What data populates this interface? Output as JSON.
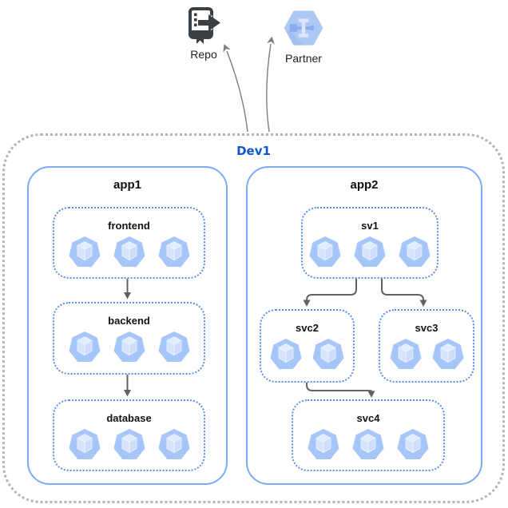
{
  "environment": {
    "label": "Dev1"
  },
  "external": {
    "repo": {
      "label": "Repo",
      "icon": "source-repository-icon"
    },
    "partner": {
      "label": "Partner",
      "icon": "partner-interconnect-icon"
    }
  },
  "apps": [
    {
      "label": "app1",
      "services": [
        {
          "label": "frontend",
          "pods": 3
        },
        {
          "label": "backend",
          "pods": 3
        },
        {
          "label": "database",
          "pods": 3
        }
      ]
    },
    {
      "label": "app2",
      "services": [
        {
          "label": "sv1",
          "pods": 3
        },
        {
          "label": "svc2",
          "pods": 2
        },
        {
          "label": "svc3",
          "pods": 2
        },
        {
          "label": "svc4",
          "pods": 3
        }
      ]
    }
  ],
  "connections": [
    {
      "from": "frontend",
      "to": "backend"
    },
    {
      "from": "backend",
      "to": "database"
    },
    {
      "from": "sv1",
      "to": "svc2"
    },
    {
      "from": "sv1",
      "to": "svc3"
    },
    {
      "from": "svc2",
      "to": "svc4"
    },
    {
      "from": "Dev1",
      "to": "Repo"
    },
    {
      "from": "Dev1",
      "to": "Partner"
    }
  ],
  "colors": {
    "app_border": "#7baaf7",
    "service_border": "#5b8def",
    "env_border": "#b4b4b4",
    "env_label": "#1155cc",
    "arrow": "#616161",
    "pod_fill": "#a6c5f8",
    "pod_cube_top": "#e3ecfd",
    "pod_cube_left": "#d6e4fc",
    "pod_cube_right": "#cdddfb"
  }
}
